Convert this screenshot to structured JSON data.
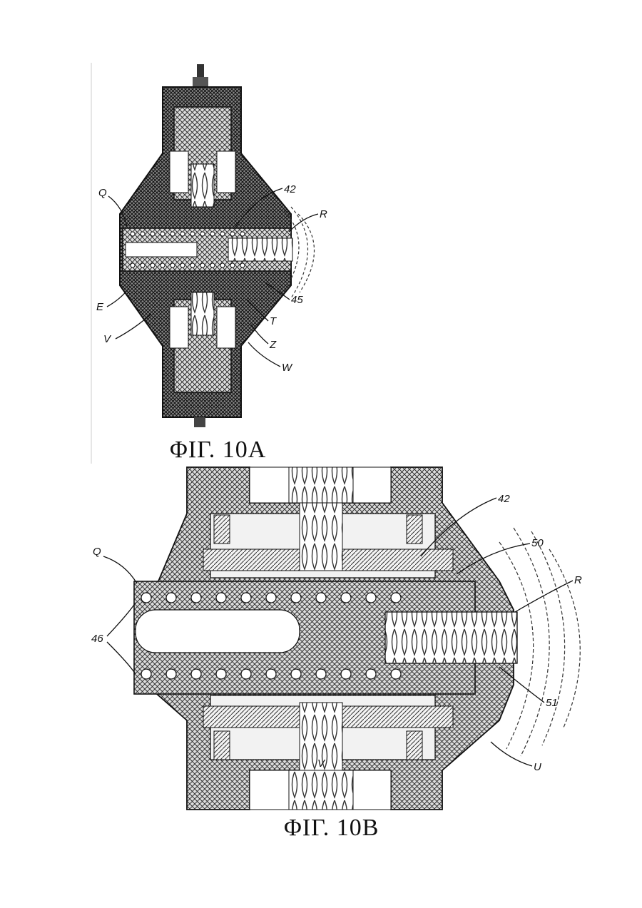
{
  "figures": [
    {
      "caption": "ΦΙΓ. 10A",
      "labels": {
        "top": "42",
        "left_upper": "Q",
        "right_upper": "R",
        "left_mid": "E",
        "left_lower": "V",
        "right_a": "45",
        "right_b": "T",
        "right_c": "Z",
        "right_d": "W"
      }
    },
    {
      "caption": "ΦΙΓ. 10B",
      "labels": {
        "top": "42",
        "right_top": "50",
        "left_top": "Q",
        "right_mid": "R",
        "left_mid": "46",
        "right_low": "51",
        "bottom_center": "V",
        "right_bottom": "U"
      }
    }
  ]
}
